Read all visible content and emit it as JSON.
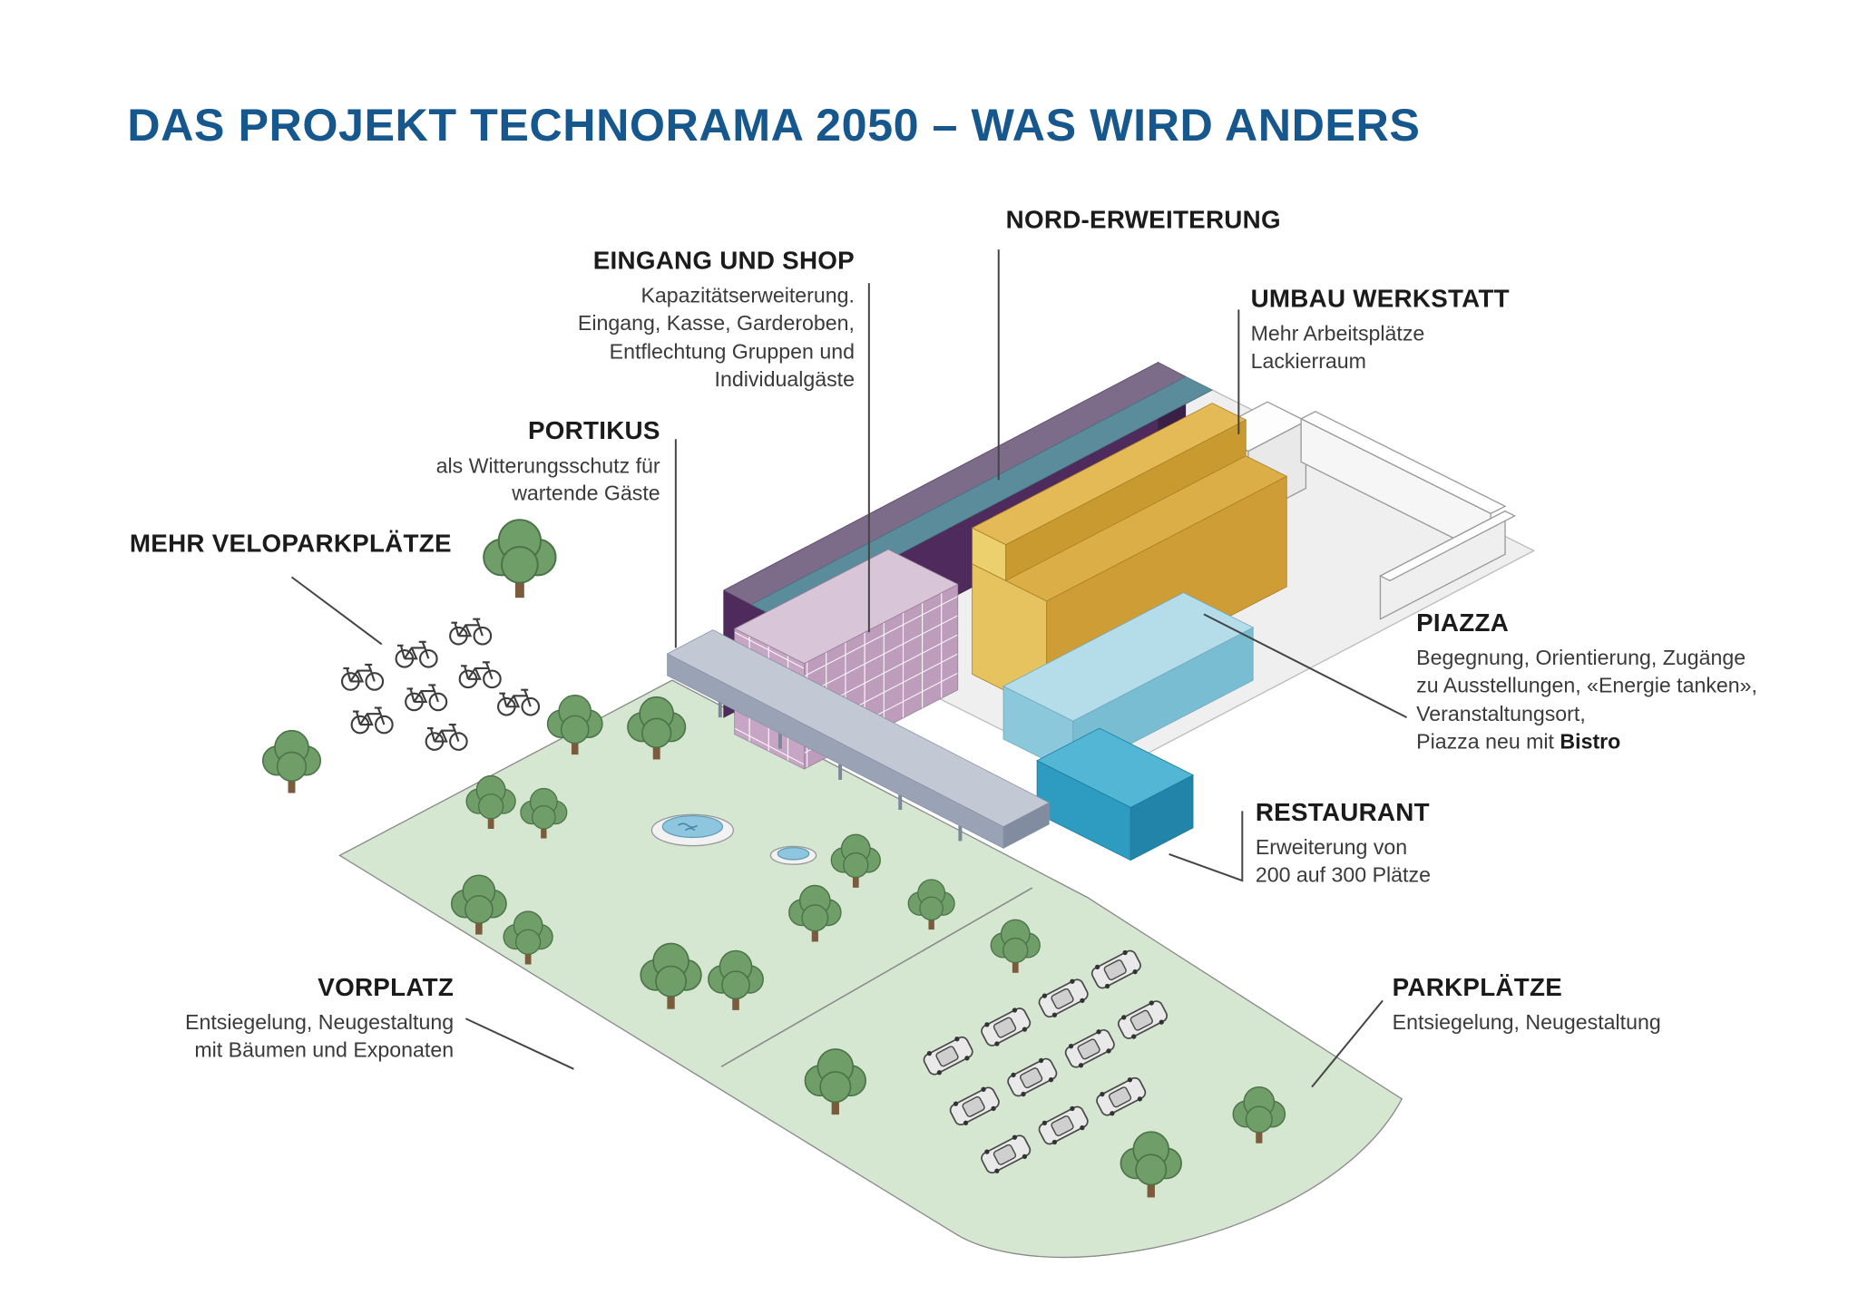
{
  "title": "DAS PROJEKT TECHNORAMA 2050 – WAS WIRD ANDERS",
  "colors": {
    "title_blue": "#16578e",
    "lawn": "#d5e6d1",
    "purple_wall": "#4f2a5c",
    "purple_top": "#7d6b8a",
    "teal_walkway": "#5b8c9c",
    "floor": "#efefef",
    "pink_base": "#c7a6c5",
    "pink_base_dark": "#bd9cbc",
    "pink_top": "#d8c6d8",
    "yellow_top": "#dcae48",
    "yellow_light": "#e6c35e",
    "yellow_dark": "#cf9d35",
    "glass_roof": "#b5dde9",
    "restaurant": "#2e9cc0",
    "platform": "#c3c9d4",
    "tree_green": "#6f9e69",
    "line": "#444444"
  },
  "labels": {
    "nord": {
      "title": "NORD-ERWEITERUNG"
    },
    "eingang": {
      "title": "EINGANG UND SHOP",
      "body": "Kapazitätserweiterung.\nEingang, Kasse, Garderoben,\nEntflechtung Gruppen und\nIndividualgäste"
    },
    "umbau": {
      "title": "UMBAU WERKSTATT",
      "body": "Mehr Arbeitsplätze\nLackierraum"
    },
    "portikus": {
      "title": "PORTIKUS",
      "body": "als Witterungsschutz für\nwartende Gäste"
    },
    "velo": {
      "title": "MEHR VELOPARKPLÄTZE"
    },
    "piazza": {
      "title": "PIAZZA",
      "body": "Begegnung, Orientierung, Zugänge\nzu Ausstellungen, «Energie tanken»,\nVeranstaltungsort,",
      "body_tail_prefix": "Piazza neu mit ",
      "body_tail_bold": "Bistro"
    },
    "restaurant": {
      "title": "RESTAURANT",
      "body": "Erweiterung von\n200 auf 300 Plätze"
    },
    "vorplatz": {
      "title": "VORPLATZ",
      "body": "Entsiegelung, Neugestaltung\nmit Bäumen und Exponaten"
    },
    "parkplaetze": {
      "title": "PARKPLÄTZE",
      "body": "Entsiegelung, Neugestaltung"
    }
  }
}
